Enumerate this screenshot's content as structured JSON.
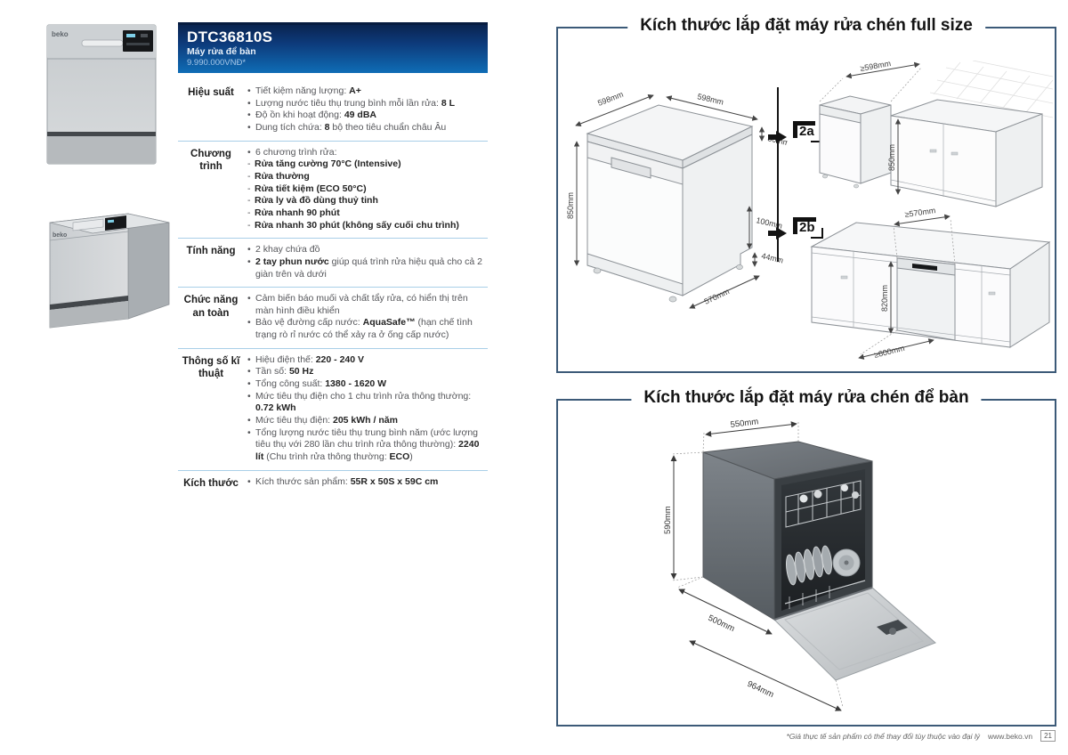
{
  "page": {
    "footnote": "*Giá thực tế sản phẩm có thể thay đổi tùy thuộc vào đại lý",
    "website": "www.beko.vn",
    "page_number": "21"
  },
  "product": {
    "brand": "beko",
    "model": "DTC36810S",
    "category": "Máy rửa để bàn",
    "price": "9.990.000VNĐ*"
  },
  "specs": [
    {
      "label": "Hiệu suất",
      "rows": [
        {
          "bullet": "•",
          "segs": [
            {
              "t": "Tiết kiệm năng lượng: "
            },
            {
              "t": "A+",
              "b": true
            }
          ]
        },
        {
          "bullet": "•",
          "segs": [
            {
              "t": "Lượng nước tiêu thụ trung bình mỗi lần rửa: "
            },
            {
              "t": "8 L",
              "b": true
            }
          ]
        },
        {
          "bullet": "•",
          "segs": [
            {
              "t": "Độ ồn khi hoạt động: "
            },
            {
              "t": "49 dBA",
              "b": true
            }
          ]
        },
        {
          "bullet": "•",
          "segs": [
            {
              "t": "Dung tích chứa: "
            },
            {
              "t": "8",
              "b": true
            },
            {
              "t": " bộ theo tiêu chuẩn châu Âu"
            }
          ]
        }
      ]
    },
    {
      "label": "Chương trình",
      "rows": [
        {
          "bullet": "•",
          "segs": [
            {
              "t": "6 chương trình rửa:"
            }
          ]
        },
        {
          "bullet": "-",
          "segs": [
            {
              "t": "Rửa tăng cường 70°C (Intensive)",
              "b": true
            }
          ]
        },
        {
          "bullet": "-",
          "segs": [
            {
              "t": "Rửa thường",
              "b": true
            }
          ]
        },
        {
          "bullet": "-",
          "segs": [
            {
              "t": "Rửa tiết kiệm (ECO 50°C)",
              "b": true
            }
          ]
        },
        {
          "bullet": "-",
          "segs": [
            {
              "t": "Rửa ly và đồ dùng thuỷ tinh",
              "b": true
            }
          ]
        },
        {
          "bullet": "-",
          "segs": [
            {
              "t": "Rửa nhanh 90 phút",
              "b": true
            }
          ]
        },
        {
          "bullet": "-",
          "segs": [
            {
              "t": "Rửa nhanh 30 phút (không sấy cuối chu trình)",
              "b": true
            }
          ]
        }
      ]
    },
    {
      "label": "Tính năng",
      "rows": [
        {
          "bullet": "•",
          "segs": [
            {
              "t": "2 khay chứa đồ"
            }
          ]
        },
        {
          "bullet": "•",
          "segs": [
            {
              "t": "2 tay phun nước",
              "b": true
            },
            {
              "t": " giúp quá trình rửa hiệu quả cho cả 2 giàn trên và dưới"
            }
          ]
        }
      ]
    },
    {
      "label": "Chức năng an toàn",
      "rows": [
        {
          "bullet": "•",
          "segs": [
            {
              "t": "Cảm biến báo muối và chất tẩy rửa, có hiển thị trên màn hình điều khiển"
            }
          ]
        },
        {
          "bullet": "•",
          "segs": [
            {
              "t": "Bảo vệ đường cấp nước: "
            },
            {
              "t": "AquaSafe™",
              "b": true
            },
            {
              "t": " (hạn chế tình trạng rò rỉ nước có thể xảy ra ở ống cấp nước)"
            }
          ]
        }
      ]
    },
    {
      "label": "Thông số kĩ thuật",
      "rows": [
        {
          "bullet": "•",
          "segs": [
            {
              "t": "Hiệu điện thế: "
            },
            {
              "t": "220 - 240 V",
              "b": true
            }
          ]
        },
        {
          "bullet": "•",
          "segs": [
            {
              "t": "Tần số: "
            },
            {
              "t": "50 Hz",
              "b": true
            }
          ]
        },
        {
          "bullet": "•",
          "segs": [
            {
              "t": "Tổng công suất: "
            },
            {
              "t": "1380 - 1620 W",
              "b": true
            }
          ]
        },
        {
          "bullet": "•",
          "segs": [
            {
              "t": "Mức tiêu thụ điện cho 1 chu trình rửa thông thường: "
            },
            {
              "t": "0.72 kWh",
              "b": true
            }
          ]
        },
        {
          "bullet": "•",
          "segs": [
            {
              "t": "Mức tiêu thụ điện: "
            },
            {
              "t": "205 kWh / năm",
              "b": true
            }
          ]
        },
        {
          "bullet": "•",
          "segs": [
            {
              "t": "Tổng lượng nước tiêu thụ trung bình năm (ước lượng tiêu thụ với 280 lần chu trình rửa thông thường): "
            },
            {
              "t": "2240 lít",
              "b": true
            },
            {
              "t": " (Chu trình rửa thông thường: "
            },
            {
              "t": "ECO",
              "b": true
            },
            {
              "t": ")"
            }
          ]
        }
      ]
    },
    {
      "label": "Kích thước",
      "rows": [
        {
          "bullet": "•",
          "segs": [
            {
              "t": "Kích thước sản phẩm: "
            },
            {
              "t": "55R x 50S x 59C cm",
              "b": true
            }
          ]
        }
      ]
    }
  ],
  "diagram_fullsize": {
    "title": "Kích thước lắp đặt máy rửa chén full size",
    "standalone": {
      "width_left": "598mm",
      "width_right": "598mm",
      "top_thickness": "30mm",
      "height": "850mm",
      "base_height": "100mm",
      "base_inset": "44mm",
      "depth": "570mm"
    },
    "option_a": {
      "label": "2a",
      "width": "≥598mm",
      "height": "850mm"
    },
    "option_b": {
      "label": "2b",
      "width": "≥570mm",
      "height": "820mm",
      "depth": "≥600mm"
    }
  },
  "diagram_countertop": {
    "title": "Kích thước lắp đặt máy rửa chén để bàn",
    "dims": {
      "width": "550mm",
      "height": "590mm",
      "depth": "500mm",
      "depth_door_open": "964mm"
    }
  },
  "colors": {
    "header_gradient_top": "#0a2450",
    "header_gradient_bottom": "#0f6db6",
    "divider": "#a9cfe8",
    "box_border": "#3c5a78"
  }
}
